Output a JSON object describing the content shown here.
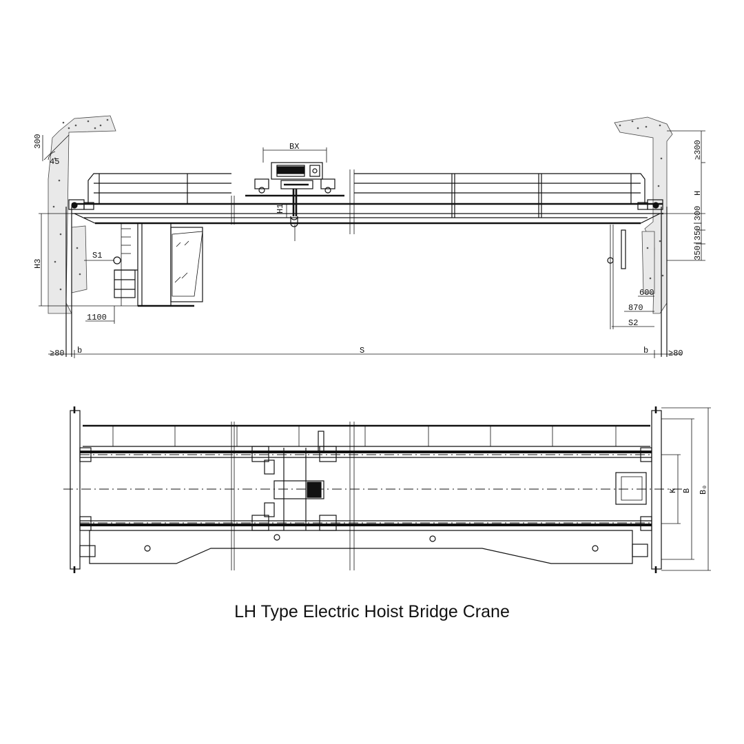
{
  "caption": "LH Type Electric Hoist Bridge Crane",
  "elevation_labels": {
    "bx": "BX",
    "h1": "H1",
    "h3": "H3",
    "s1": "S1",
    "h": "H",
    "ge300": "≥300",
    "d300": "300",
    "d45": "45",
    "d1100": "1100",
    "d600": "600",
    "d870": "870",
    "s2": "S2",
    "d350_300": "350|350|300",
    "span": "S",
    "b_left": "b",
    "b_right": "b",
    "ge80_left": "≥80",
    "ge80_right": "≥80"
  },
  "plan_labels": {
    "k": "K",
    "b": "B",
    "b0": "B₀"
  }
}
